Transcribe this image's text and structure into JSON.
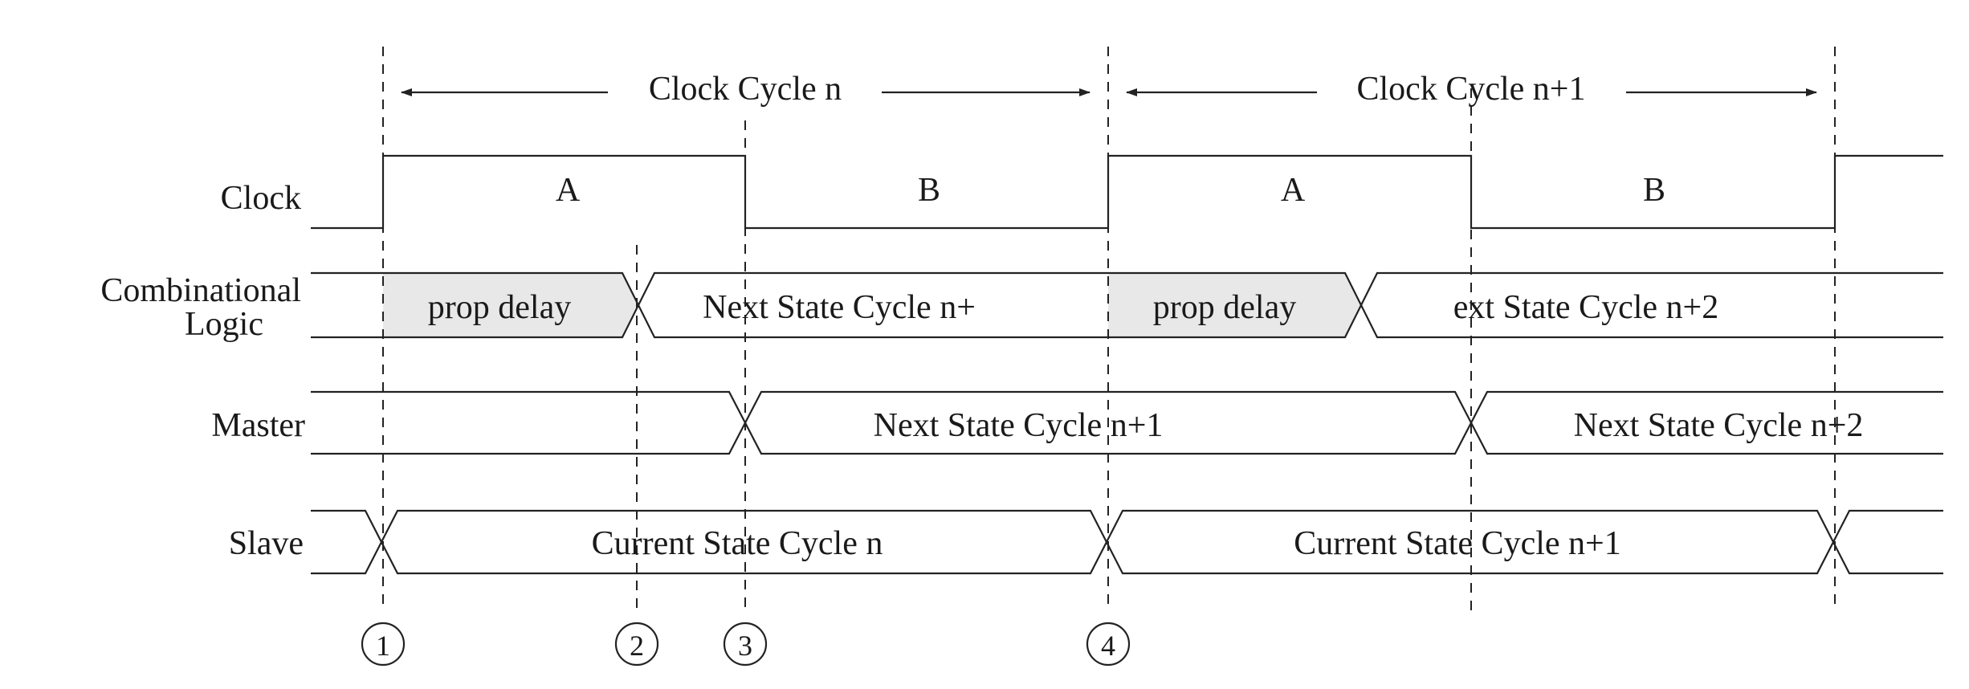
{
  "cycles": [
    {
      "label": "Clock Cycle n"
    },
    {
      "label": "Clock Cycle n+1"
    }
  ],
  "rows": {
    "clock": "Clock",
    "comb_line1": "Combinational",
    "comb_line2": "Logic",
    "master": "Master",
    "slave": "Slave"
  },
  "clock_phases": [
    "A",
    "B",
    "A",
    "B"
  ],
  "comb_segments": [
    "prop delay",
    "Next State Cycle n+",
    "prop delay",
    "ext State Cycle n+2"
  ],
  "master_segments": [
    "Next State Cycle n+1",
    "Next State Cycle n+2"
  ],
  "slave_segments": [
    "Current State Cycle n",
    "Current State Cycle n+1"
  ],
  "markers": [
    "1",
    "2",
    "3",
    "4"
  ],
  "colors": {
    "stroke": "#222222",
    "shade": "#e8e8e8"
  }
}
